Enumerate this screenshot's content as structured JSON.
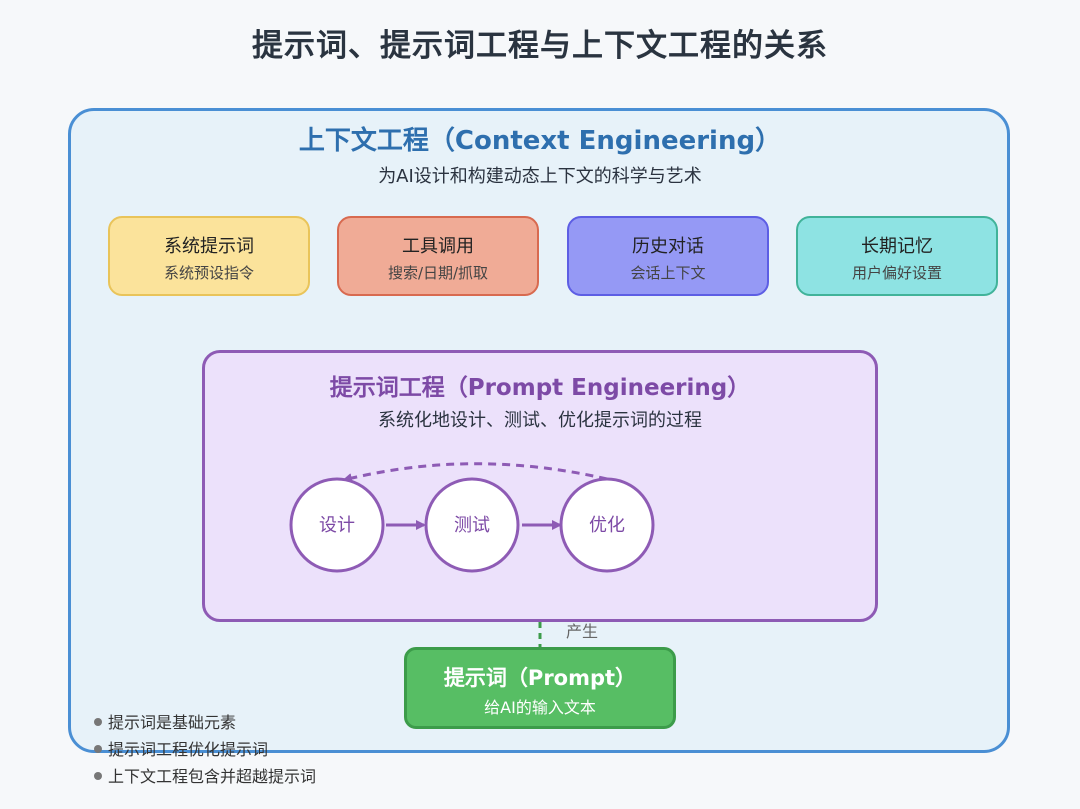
{
  "title": "提示词、提示词工程与上下文工程的关系",
  "context": {
    "title": "上下文工程（Context Engineering）",
    "subtitle": "为AI设计和构建动态上下文的科学与艺术",
    "cards": [
      {
        "title": "系统提示词",
        "sub": "系统预设指令",
        "color": "#fbe39b"
      },
      {
        "title": "工具调用",
        "sub": "搜索/日期/抓取",
        "color": "#f0ab96"
      },
      {
        "title": "历史对话",
        "sub": "会话上下文",
        "color": "#9599f5"
      },
      {
        "title": "长期记忆",
        "sub": "用户偏好设置",
        "color": "#8ee3e3"
      }
    ]
  },
  "prompt_engineering": {
    "title": "提示词工程（Prompt Engineering）",
    "subtitle": "系统化地设计、测试、优化提示词的过程",
    "steps": [
      "设计",
      "测试",
      "优化"
    ]
  },
  "link_label": "产生",
  "prompt": {
    "title": "提示词（Prompt）",
    "subtitle": "给AI的输入文本"
  },
  "notes": [
    "提示词是基础元素",
    "提示词工程优化提示词",
    "上下文工程包含并超越提示词"
  ]
}
